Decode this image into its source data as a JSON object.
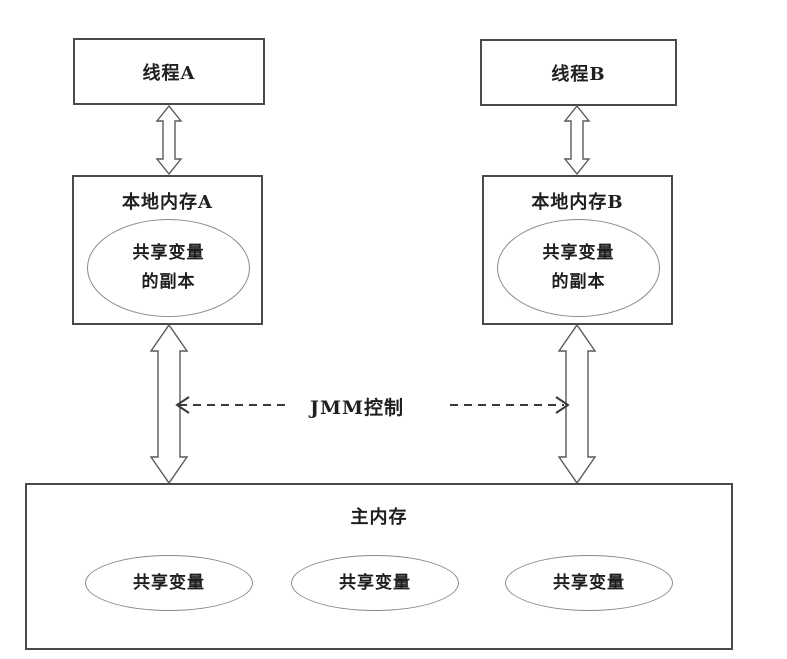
{
  "diagram": {
    "threads": [
      {
        "label": "线程A"
      },
      {
        "label": "线程B"
      }
    ],
    "local_memories": [
      {
        "title": "本地内存A",
        "ellipse": [
          "共享变量",
          "的副本"
        ]
      },
      {
        "title": "本地内存B",
        "ellipse": [
          "共享变量",
          "的副本"
        ]
      }
    ],
    "jmm_control_label": "JMM控制",
    "main_memory": {
      "title": "主内存",
      "shared_variables": [
        "共享变量",
        "共享变量",
        "共享变量"
      ]
    }
  },
  "colors": {
    "box_border": "#4a4a4a",
    "ellipse_border": "#8a8a8a",
    "arrow_stroke": "#5a5a5a",
    "text": "#1f1f1f",
    "background": "#ffffff"
  }
}
